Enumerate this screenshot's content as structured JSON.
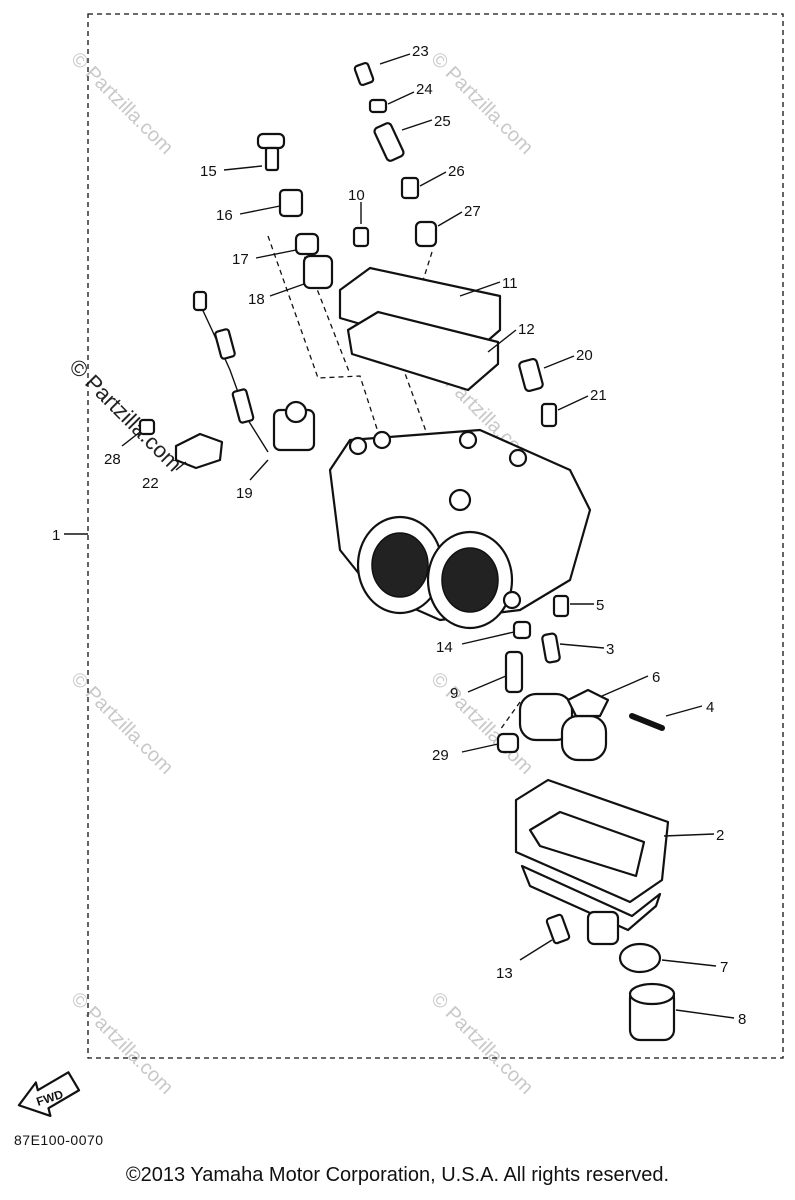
{
  "diagram": {
    "assembly_label": "1",
    "parts": [
      "2",
      "3",
      "4",
      "5",
      "6",
      "7",
      "8",
      "9",
      "10",
      "11",
      "12",
      "13",
      "14",
      "15",
      "16",
      "17",
      "18",
      "19",
      "20",
      "21",
      "22",
      "23",
      "24",
      "25",
      "26",
      "27",
      "28",
      "29"
    ],
    "watermark": "© Partzilla.com",
    "fwd_label": "FWD",
    "diagram_code": "87E100-0070",
    "copyright": "©2013 Yamaha Motor Corporation, U.S.A. All rights reserved."
  }
}
